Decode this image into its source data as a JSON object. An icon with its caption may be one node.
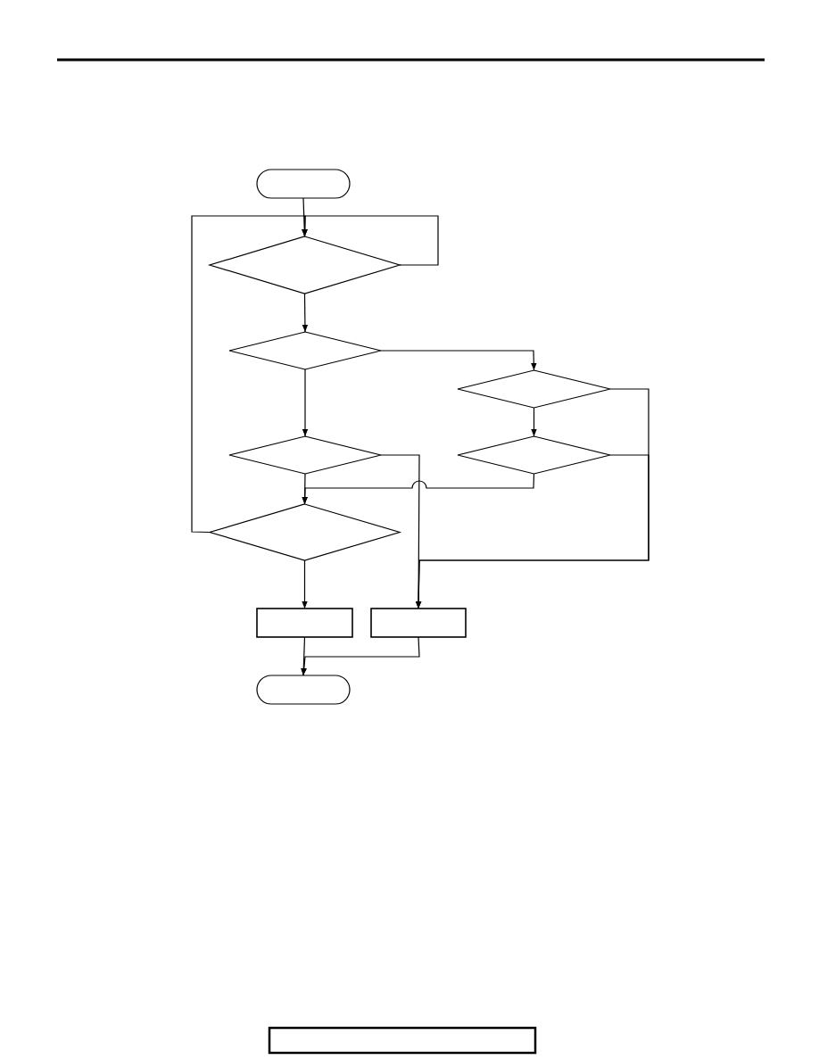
{
  "diagram": {
    "nodes": [
      {
        "text": [],
        "shape": "terminal"
      },
      {
        "text": [],
        "shape": "diamond"
      },
      {
        "text": [],
        "shape": "diamond"
      },
      {
        "text": [],
        "shape": "diamond"
      },
      {
        "text": [],
        "shape": "diamond"
      },
      {
        "text": [],
        "shape": "diamond"
      },
      {
        "text": [],
        "shape": "diamond"
      },
      {
        "text": [],
        "shape": "box"
      },
      {
        "text": [],
        "shape": "box"
      },
      {
        "text": [],
        "shape": "terminal"
      }
    ],
    "edges": [
      {
        "from": 0,
        "to": 1,
        "arrow": "to"
      },
      {
        "from": 1,
        "to": 1,
        "arrow": "to"
      },
      {
        "from": 6,
        "to": 1,
        "arrow": "to"
      },
      {
        "from": 1,
        "to": 2,
        "arrow": "to"
      },
      {
        "from": 2,
        "to": 3,
        "arrow": "to"
      },
      {
        "from": 2,
        "to": 4,
        "arrow": "to"
      },
      {
        "from": 3,
        "to": 5,
        "arrow": "to"
      },
      {
        "from": 4,
        "to": 8,
        "arrow": "to"
      },
      {
        "from": 4,
        "to": 6,
        "arrow": "to"
      },
      {
        "from": 5,
        "to": 6,
        "arrow": "to"
      },
      {
        "from": 3,
        "to": 8,
        "arrow": "to"
      },
      {
        "from": 5,
        "to": 8,
        "arrow": "to"
      },
      {
        "from": 6,
        "to": 7,
        "arrow": "to"
      },
      {
        "from": 7,
        "to": 9,
        "arrow": "to"
      },
      {
        "from": 8,
        "to": 9,
        "arrow": "to"
      }
    ]
  }
}
